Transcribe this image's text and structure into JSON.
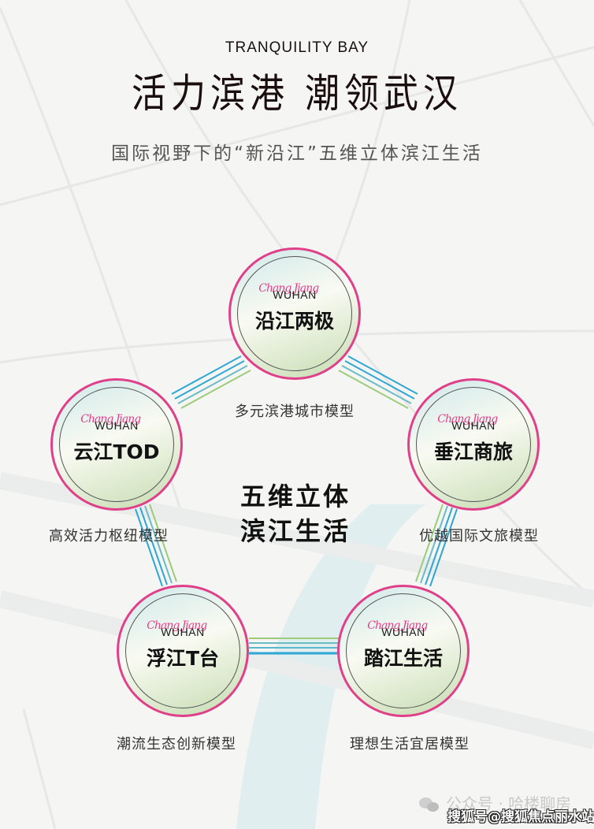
{
  "header": {
    "brand": "TRANQUILITY BAY",
    "headline": "活力滨港 潮领武汉",
    "subtitle": "国际视野下的“新沿江”五维立体滨江生活"
  },
  "logo": {
    "script_text": "Chang Jiang",
    "text": "WUHAN"
  },
  "center": {
    "line1": "五维立体",
    "line2": "滨江生活"
  },
  "nodes": [
    {
      "title": "沿江两极",
      "caption": "多元滨港城市模型"
    },
    {
      "title": "云江TOD",
      "caption": "高效活力枢纽模型"
    },
    {
      "title": "垂江商旅",
      "caption": "优越国际文旅模型"
    },
    {
      "title": "浮江T台",
      "caption": "潮流生态创新模型"
    },
    {
      "title": "踏江生活",
      "caption": "理想生活宜居模型"
    }
  ],
  "colors": {
    "ring": "#e0408a",
    "connector_blue": "#2fa7d4",
    "connector_green": "#9ccc7a",
    "background": "#f5f5f4"
  },
  "watermarks": {
    "wechat": "公众号 · 哈楼聊房",
    "sohu": "搜狐号@搜狐焦点丽水站"
  }
}
